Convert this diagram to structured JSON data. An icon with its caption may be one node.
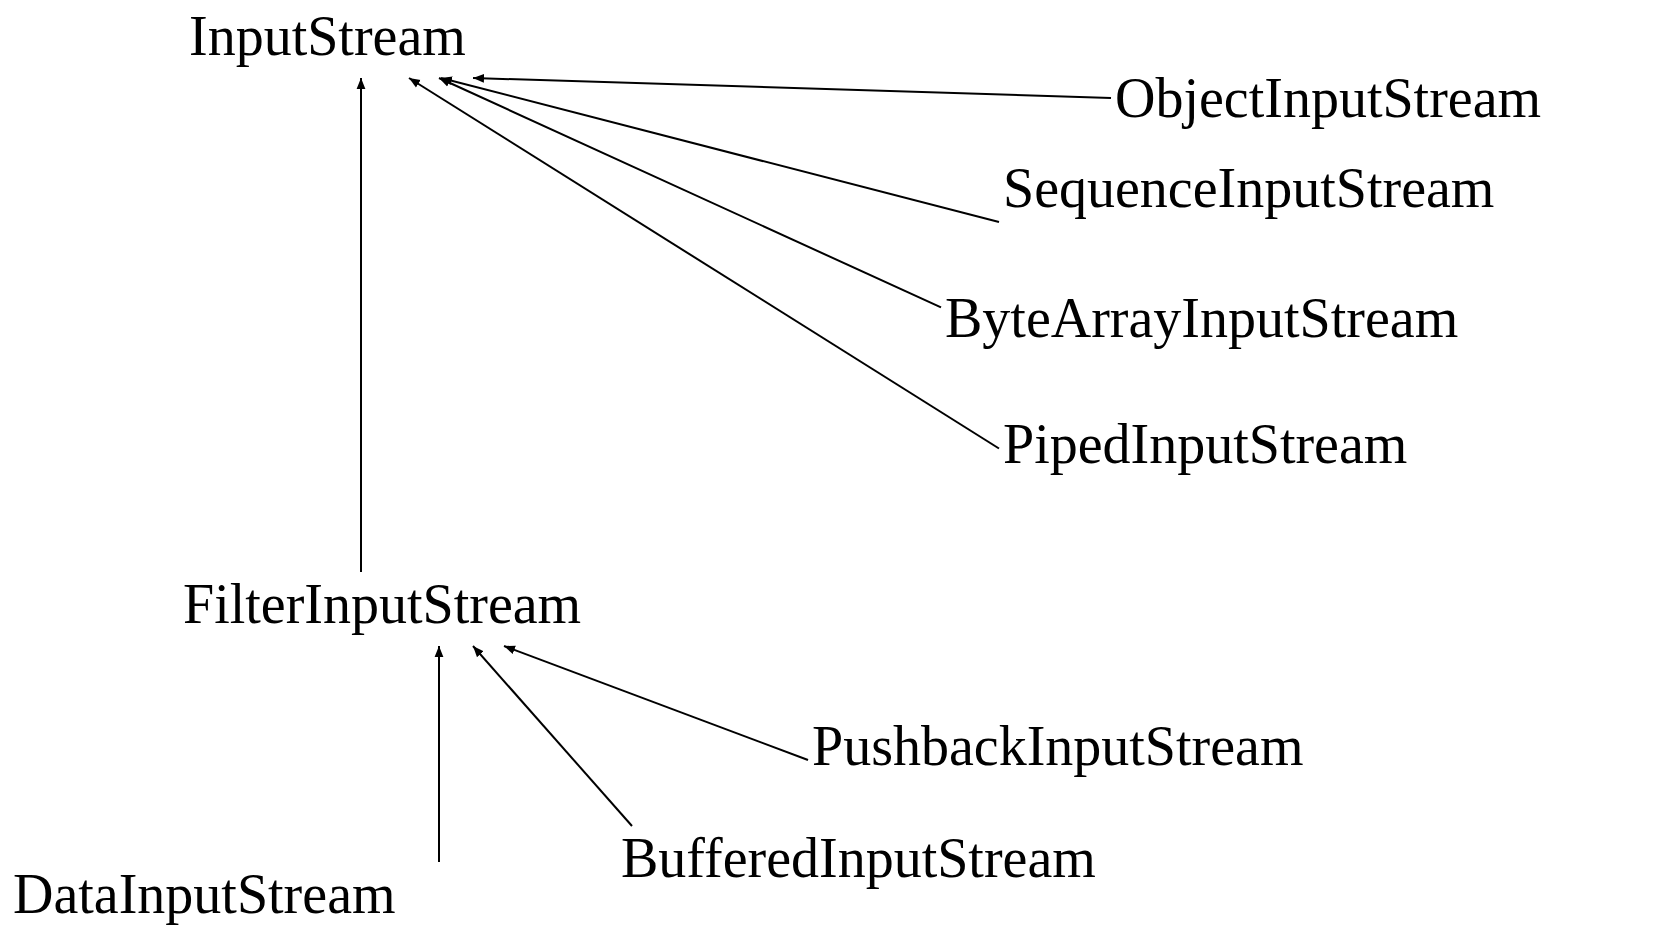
{
  "diagram": {
    "nodes": [
      {
        "text": [
          "InputStream"
        ]
      },
      {
        "text": [
          "ObjectInputStream"
        ]
      },
      {
        "text": [
          "SequenceInputStream"
        ]
      },
      {
        "text": [
          "ByteArrayInputStream"
        ]
      },
      {
        "text": [
          "PipedInputStream"
        ]
      },
      {
        "text": [
          "FilterInputStream"
        ]
      },
      {
        "text": [
          "PushbackInputStream"
        ]
      },
      {
        "text": [
          "BufferedInputStream"
        ]
      },
      {
        "text": [
          "DataInputStream"
        ]
      }
    ],
    "edges": [
      {
        "from": 1,
        "to": 0,
        "arrow": "to"
      },
      {
        "from": 2,
        "to": 0,
        "arrow": "to"
      },
      {
        "from": 3,
        "to": 0,
        "arrow": "to"
      },
      {
        "from": 4,
        "to": 0,
        "arrow": "to"
      },
      {
        "from": 5,
        "to": 0,
        "arrow": "to"
      },
      {
        "from": 6,
        "to": 5,
        "arrow": "to"
      },
      {
        "from": 7,
        "to": 5,
        "arrow": "to"
      },
      {
        "from": 8,
        "to": 5,
        "arrow": "to"
      }
    ]
  }
}
